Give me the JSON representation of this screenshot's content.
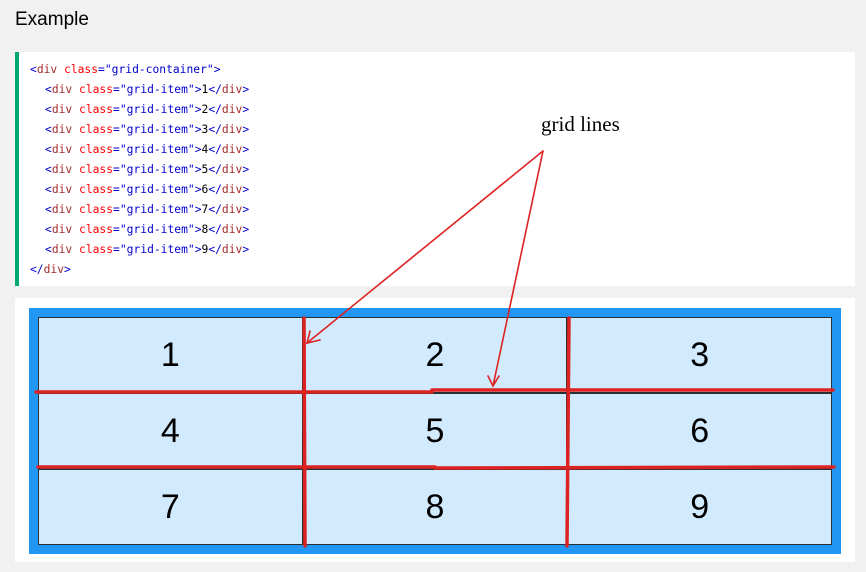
{
  "heading": "Example",
  "code": {
    "tag_div": "div",
    "attr_class": "class",
    "container_class": "\"grid-container\"",
    "item_class": "\"grid-item\"",
    "items": [
      "1",
      "2",
      "3",
      "4",
      "5",
      "6",
      "7",
      "8",
      "9"
    ]
  },
  "annotation": {
    "label": "grid lines"
  },
  "grid": {
    "items": [
      "1",
      "2",
      "3",
      "4",
      "5",
      "6",
      "7",
      "8",
      "9"
    ],
    "colors": {
      "container": "#2196F3",
      "item": "#cce6fb",
      "lines": "#dd2222",
      "accent": "#04AA6D"
    }
  }
}
